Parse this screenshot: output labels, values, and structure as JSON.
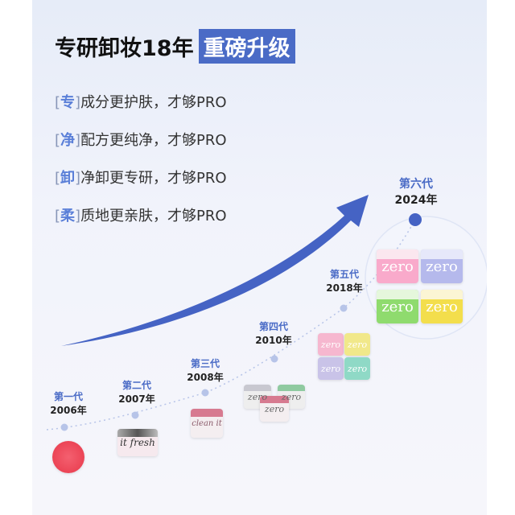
{
  "title": {
    "main": "专研卸妆18年",
    "highlight": "重磅升级"
  },
  "features": [
    {
      "key": "专",
      "text": "成分更护肤，才够PRO"
    },
    {
      "key": "净",
      "text": "配方更纯净，才够PRO"
    },
    {
      "key": "卸",
      "text": "净卸更专研，才够PRO"
    },
    {
      "key": "柔",
      "text": "质地更亲肤，才够PRO"
    }
  ],
  "timeline": [
    {
      "generation": "第一代",
      "year": "2006年"
    },
    {
      "generation": "第二代",
      "year": "2007年"
    },
    {
      "generation": "第三代",
      "year": "2008年"
    },
    {
      "generation": "第四代",
      "year": "2010年"
    },
    {
      "generation": "第五代",
      "year": "2018年"
    },
    {
      "generation": "第六代",
      "year": "2024年"
    }
  ],
  "products": {
    "gen2": "it fresh",
    "gen3": "clean it",
    "zero": "zero"
  },
  "colors": {
    "accent": "#4a6bc6",
    "arrow": "#4563c4",
    "dot": "#b7c4e8"
  }
}
